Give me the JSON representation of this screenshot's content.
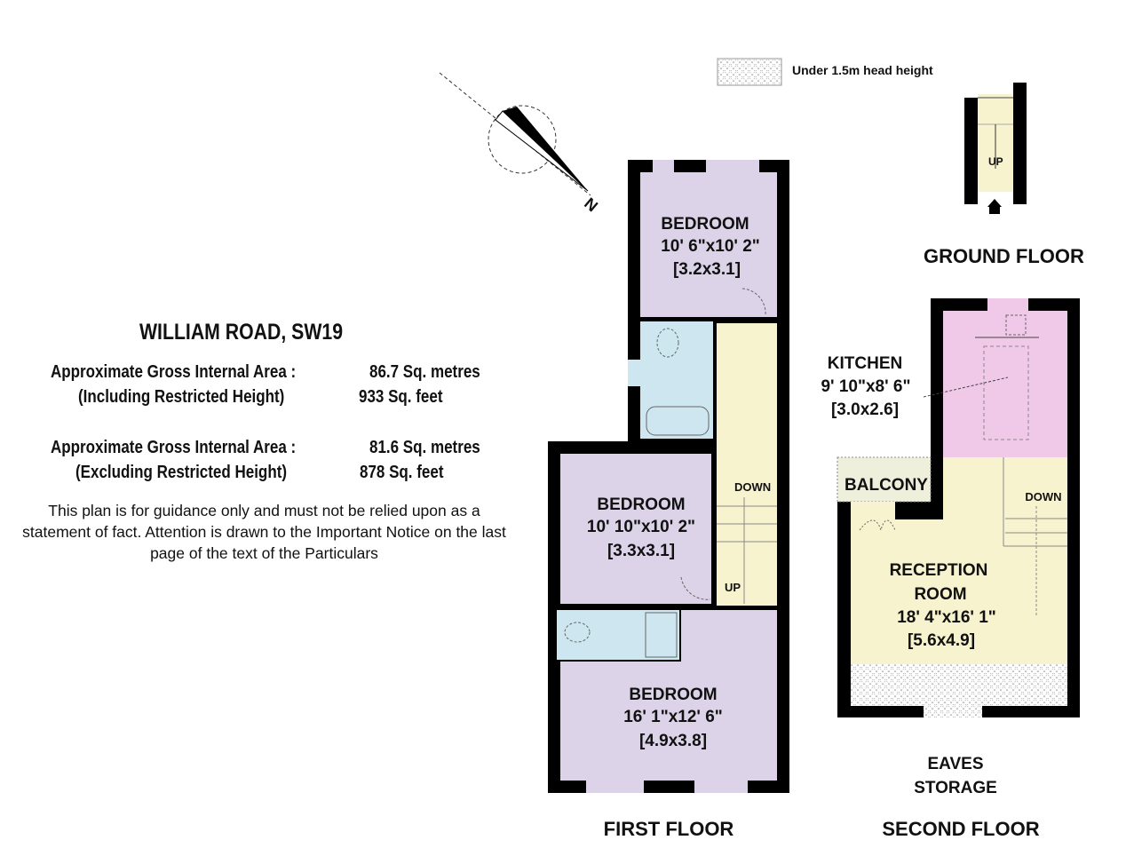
{
  "property": {
    "title": "WILLIAM ROAD, SW19",
    "areas": [
      {
        "label": "Approximate Gross Internal Area :",
        "sublabel": "(Including Restricted Height)",
        "metres": "86.7 Sq. metres",
        "feet": "933 Sq. feet"
      },
      {
        "label": "Approximate Gross Internal Area :",
        "sublabel": "(Excluding Restricted Height)",
        "metres": "81.6 Sq. metres",
        "feet": "878 Sq. feet"
      }
    ],
    "notice": "This plan is for guidance only and must not be relied upon as a statement of fact. Attention is drawn to the Important Notice on the last page of the text of the Particulars"
  },
  "legend": {
    "label": "Under 1.5m head height"
  },
  "compass": {
    "label": "N"
  },
  "colors": {
    "bedroom": "#dcd3e8",
    "bathroom": "#cde6ef",
    "hall": "#f8f3cf",
    "kitchen": "#f0c8e8",
    "balcony": "#eef0dc",
    "wall": "#000000"
  },
  "floors": {
    "ground": {
      "label": "GROUND FLOOR",
      "stairs": "UP"
    },
    "first": {
      "label": "FIRST FLOOR",
      "rooms": [
        {
          "name": "BEDROOM",
          "imperial": "10' 6\"x10' 2\"",
          "metric": "[3.2x3.1]"
        },
        {
          "name": "BEDROOM",
          "imperial": "10' 10\"x10' 2\"",
          "metric": "[3.3x3.1]"
        },
        {
          "name": "BEDROOM",
          "imperial": "16' 1\"x12' 6\"",
          "metric": "[4.9x3.8]"
        }
      ],
      "stairs_down": "DOWN",
      "stairs_up": "UP"
    },
    "second": {
      "label": "SECOND FLOOR",
      "kitchen": {
        "name": "KITCHEN",
        "imperial": "9' 10\"x8' 6\"",
        "metric": "[3.0x2.6]"
      },
      "balcony": "BALCONY",
      "reception": {
        "name1": "RECEPTION",
        "name2": "ROOM",
        "imperial": "18' 4\"x16' 1\"",
        "metric": "[5.6x4.9]"
      },
      "stairs_down": "DOWN",
      "eaves1": "EAVES",
      "eaves2": "STORAGE"
    }
  }
}
